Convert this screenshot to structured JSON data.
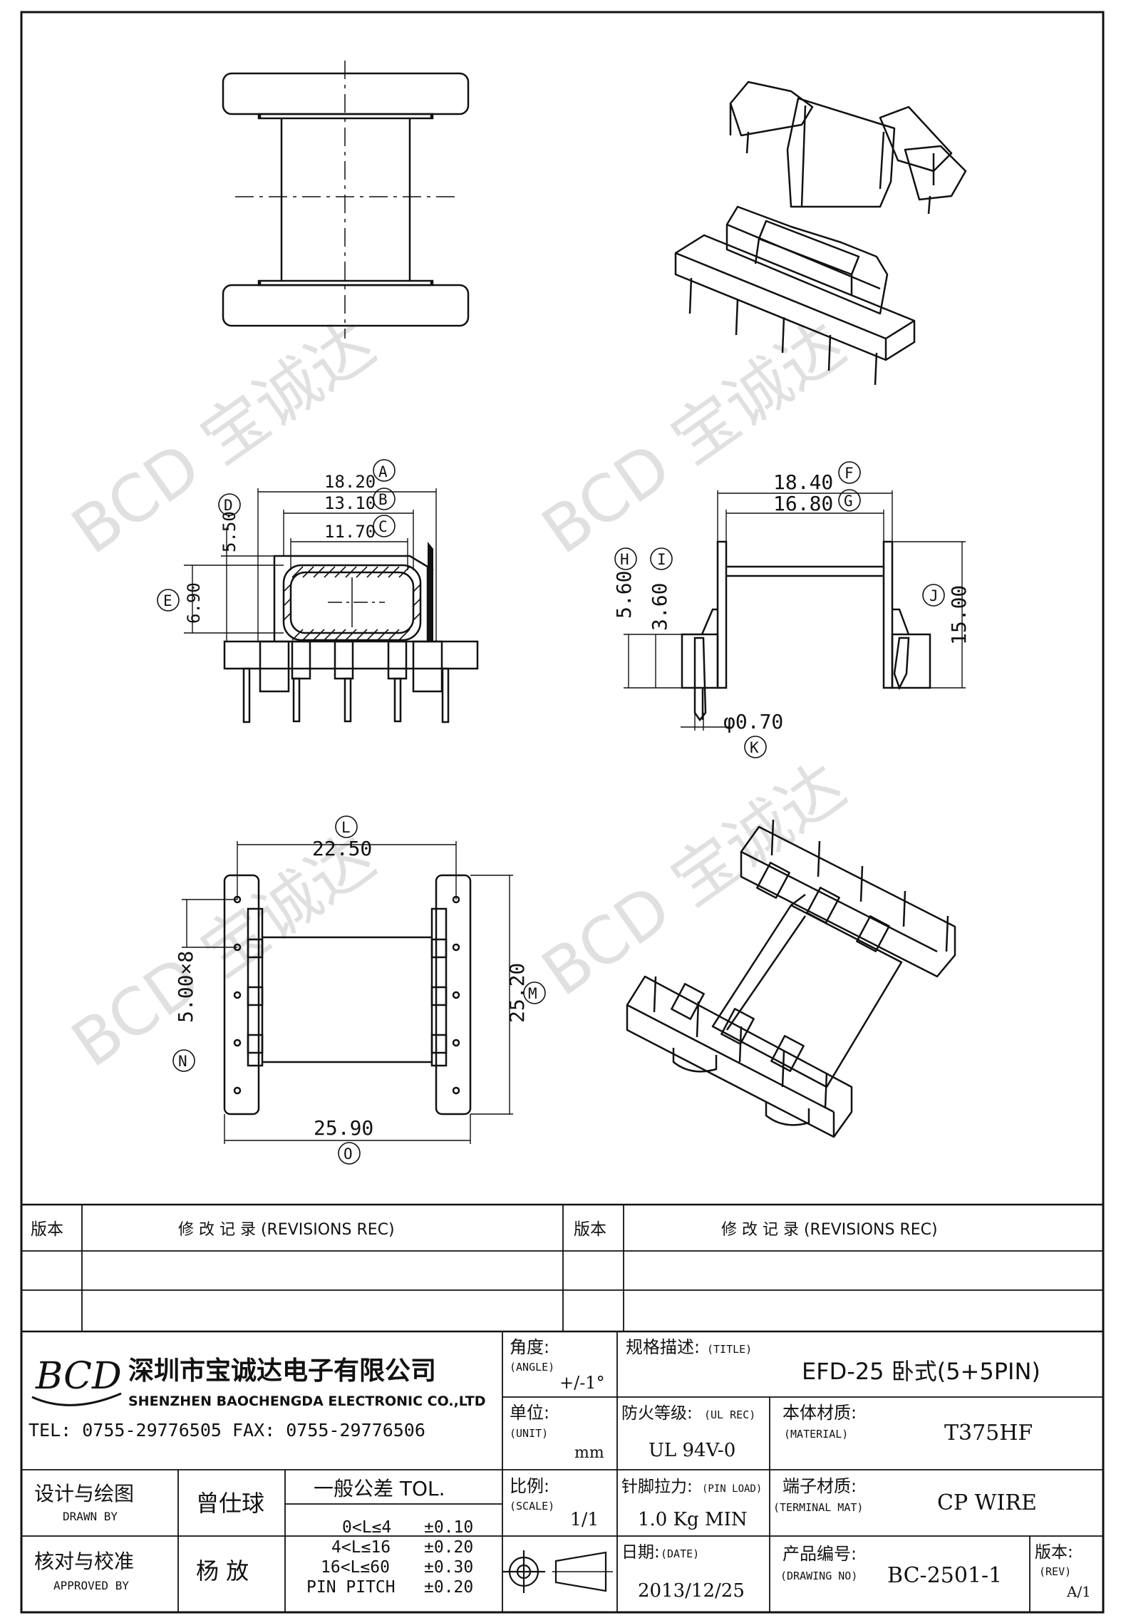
{
  "drawing": {
    "watermark": "BCD 宝诚达",
    "dims": {
      "A": {
        "letter": "A",
        "value": "18.20"
      },
      "B": {
        "letter": "B",
        "value": "13.10"
      },
      "C": {
        "letter": "C",
        "value": "11.70"
      },
      "D": {
        "letter": "D",
        "value": "5.50"
      },
      "E": {
        "letter": "E",
        "value": "6.90"
      },
      "F": {
        "letter": "F",
        "value": "18.40"
      },
      "G": {
        "letter": "G",
        "value": "16.80"
      },
      "H": {
        "letter": "H",
        "value": "5.60"
      },
      "I": {
        "letter": "I",
        "value": "3.60"
      },
      "J": {
        "letter": "J",
        "value": "15.00"
      },
      "K": {
        "letter": "K",
        "value": "φ0.70"
      },
      "L": {
        "letter": "L",
        "value": "22.50"
      },
      "M": {
        "letter": "M",
        "value": "25.20"
      },
      "N": {
        "letter": "N",
        "value": "5.00×8"
      },
      "O": {
        "letter": "O",
        "value": "25.90"
      }
    }
  },
  "title_block": {
    "rev_header_left": "版本",
    "rev_record_left": "修 改 记 录 (REVISIONS REC)",
    "rev_header_right": "版本",
    "rev_record_right": "修 改 记 录 (REVISIONS REC)",
    "company": {
      "logo": "BCD",
      "name_cn": "深圳市宝诚达电子有限公司",
      "name_en": "SHENZHEN BAOCHENGDA ELECTRONIC CO.,LTD",
      "contact": "TEL: 0755-29776505  FAX: 0755-29776506"
    },
    "angle": {
      "label_cn": "角度:",
      "label_en": "(ANGLE)",
      "value": "+/-1°"
    },
    "spec": {
      "label_cn": "规格描述:",
      "label_en": "(TITLE)",
      "value": "EFD-25 卧式(5+5PIN)"
    },
    "unit": {
      "label_cn": "单位:",
      "label_en": "(UNIT)",
      "value": "mm"
    },
    "ul": {
      "label_cn": "防火等级:",
      "label_en": "(UL REC)",
      "value": "UL 94V-0"
    },
    "material": {
      "label_cn": "本体材质:",
      "label_en": "(MATERIAL)",
      "value": "T375HF"
    },
    "drawn": {
      "label_cn": "设计与绘图",
      "label_en": "DRAWN BY",
      "name": "曾仕球"
    },
    "approved": {
      "label_cn": "核对与校准",
      "label_en": "APPROVED BY",
      "name": "杨 放"
    },
    "tolerance": {
      "title": "一般公差 TOL.",
      "rows": [
        {
          "range": "0<L≤4",
          "tol": "±0.10"
        },
        {
          "range": "4<L≤16",
          "tol": "±0.20"
        },
        {
          "range": "16<L≤60",
          "tol": "±0.30"
        },
        {
          "range": "PIN PITCH",
          "tol": "±0.20"
        }
      ]
    },
    "scale": {
      "label_cn": "比例:",
      "label_en": "(SCALE)",
      "value": "1/1"
    },
    "pin_load": {
      "label_cn": "针脚拉力:",
      "label_en": "(PIN LOAD)",
      "value": "1.0 Kg MIN"
    },
    "terminal": {
      "label_cn": "端子材质:",
      "label_en": "(TERMINAL MAT)",
      "value": "CP WIRE"
    },
    "date": {
      "label_cn": "日期:",
      "label_en": "(DATE)",
      "value": "2013/12/25"
    },
    "drawing_no": {
      "label_cn": "产品编号:",
      "label_en": "(DRAWING NO)",
      "value": "BC-2501-1"
    },
    "rev": {
      "label_cn": "版本:",
      "label_en": "(REV)",
      "value": "A/1"
    }
  }
}
